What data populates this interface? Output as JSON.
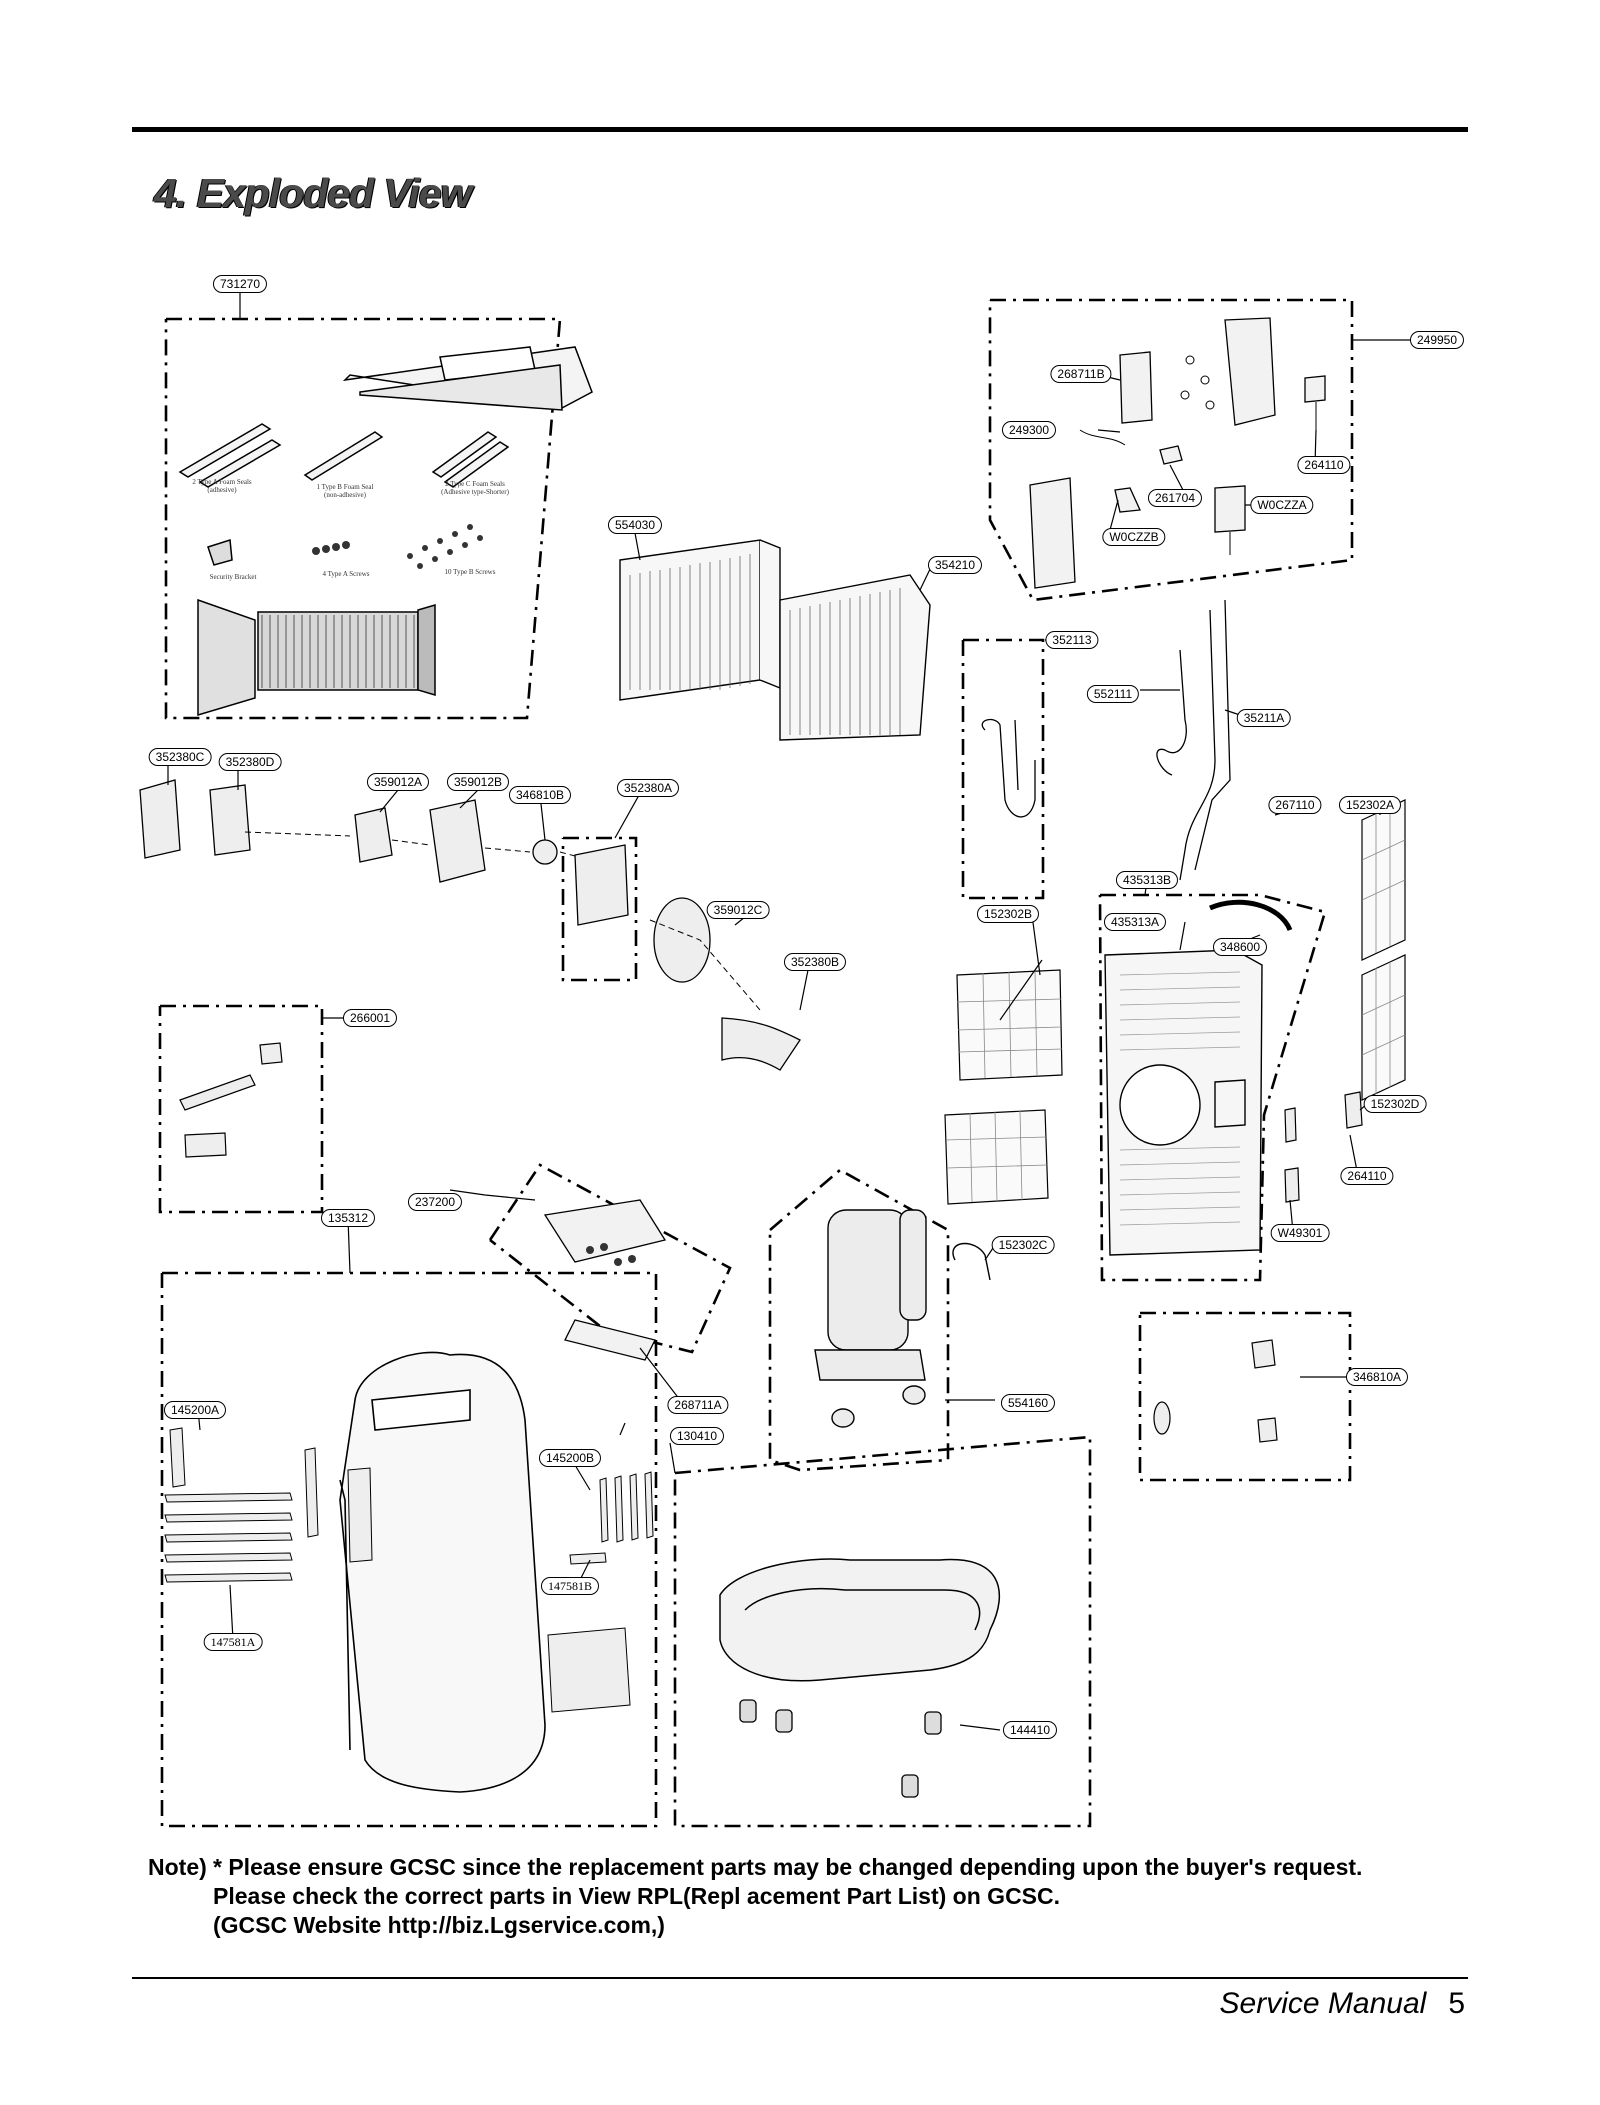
{
  "page": {
    "title": "4. Exploded View",
    "footer_text": "Service Manual",
    "page_number": "5"
  },
  "parts": [
    "731270",
    "249950",
    "268711B",
    "249300",
    "264110",
    "261704",
    "W0CZZA",
    "W0CZZB",
    "554030",
    "354210",
    "352113",
    "552111",
    "35211A",
    "352380C",
    "352380D",
    "359012A",
    "359012B",
    "346810B",
    "352380A",
    "267110",
    "152302A",
    "435313B",
    "152302B",
    "435313A",
    "348600",
    "359012C",
    "352380B",
    "266001",
    "152302D",
    "264110",
    "237200",
    "135312",
    "W49301",
    "152302C",
    "346810A",
    "268711A",
    "145200A",
    "130410",
    "554160",
    "145200B",
    "147581B",
    "147581A",
    "144410"
  ],
  "kit_captions": [
    "2 Type A Foam Seals\n(adhesive)",
    "1 Type B Foam Seal\n(non-adhesive)",
    "2 Type C Foam Seals\n(Adhesive type-Shorter)",
    "Security Bracket",
    "4 Type A Screws",
    "10 Type B Screws"
  ],
  "note": {
    "label": "Note)",
    "line1": "* Please ensure GCSC since the replacement parts may be changed depending upon the buyer's request.",
    "line2": "Please check  the correct parts in View RPL(Repl   acement Part List) on GCSC.",
    "line3": "(GCSC Website  http://biz.Lgservice.com,)"
  }
}
